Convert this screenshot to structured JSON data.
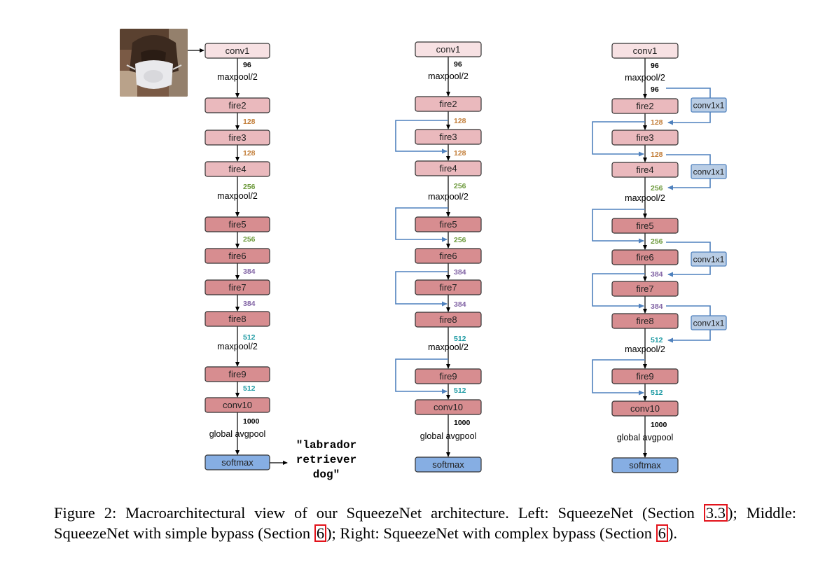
{
  "colors": {
    "conv1": "#f7e1e3",
    "fire_light": "#eab9bd",
    "fire_dark": "#d78d90",
    "softmax": "#86aee3",
    "bypass_line": "#4f81bd",
    "label_orange": "#c27d38",
    "label_green": "#6d9a3c",
    "label_purple": "#8264a5",
    "label_teal": "#1f9ba4",
    "label_black": "#000000",
    "ref_box": "#e2131b"
  },
  "photo": {
    "icon": "dog-photo"
  },
  "layers": {
    "conv1": "conv1",
    "fire2": "fire2",
    "fire3": "fire3",
    "fire4": "fire4",
    "fire5": "fire5",
    "fire6": "fire6",
    "fire7": "fire7",
    "fire8": "fire8",
    "fire9": "fire9",
    "conv10": "conv10",
    "softmax": "softmax",
    "conv1x1": "conv1x1"
  },
  "pools": {
    "maxpool": "maxpool/2",
    "global_avgpool": "global avgpool"
  },
  "channels": {
    "c96": "96",
    "c128": "128",
    "c256": "256",
    "c384": "384",
    "c512": "512",
    "c1000": "1000"
  },
  "output": {
    "line1": "\"labrador",
    "line2": "retriever",
    "line3": "dog\""
  },
  "caption": {
    "part1": "Figure 2: Macroarchitectural view of our SqueezeNet architecture. Left: SqueezeNet (Section ",
    "ref1": "3.3",
    "part2": "); Middle: SqueezeNet with simple bypass (Section ",
    "ref2": "6",
    "part3": "); Right: SqueezeNet with complex bypass (Section ",
    "ref3": "6",
    "part4": ")."
  }
}
